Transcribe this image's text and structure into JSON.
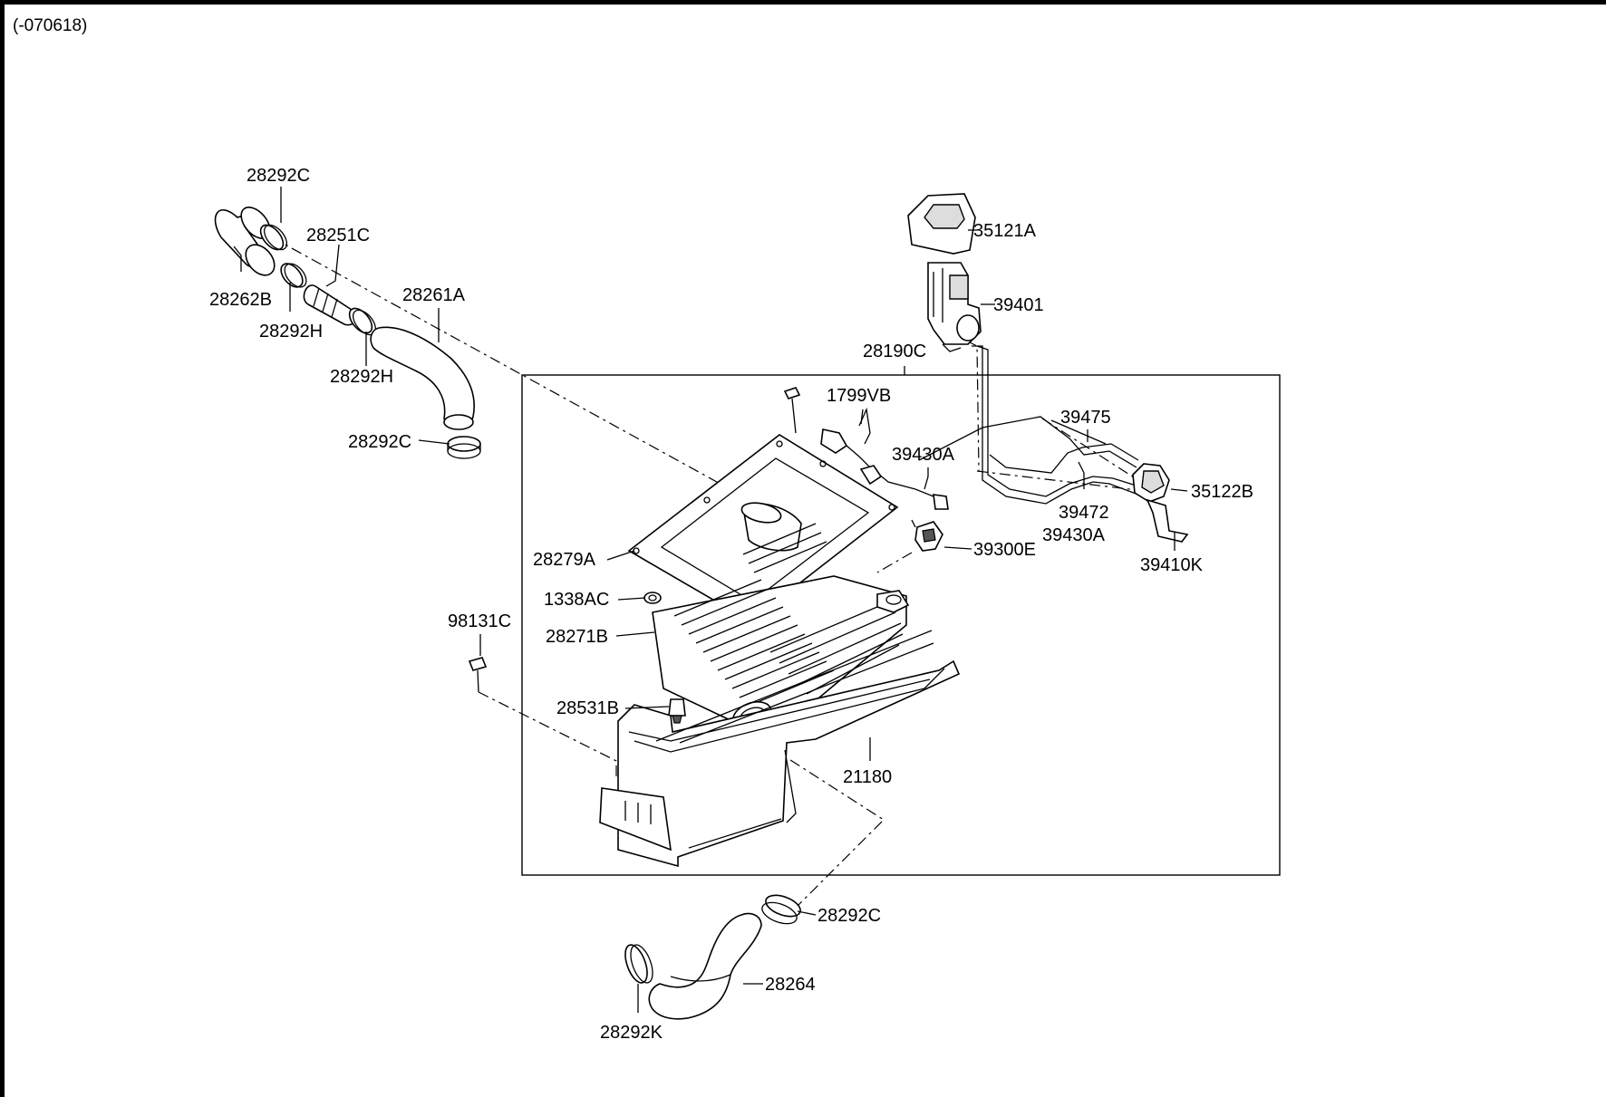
{
  "header": {
    "revision_note": "(-070618)"
  },
  "callouts": {
    "c28292c_top": "28292C",
    "c28251c": "28251C",
    "c28262b": "28262B",
    "c28261a": "28261A",
    "c28292h_a": "28292H",
    "c28292h_b": "28292H",
    "c28292c_left": "28292C",
    "c35121a": "35121A",
    "c39401": "39401",
    "c28190c": "28190C",
    "c1799vb": "1799VB",
    "c39475": "39475",
    "c39430a_top": "39430A",
    "c35122b": "35122B",
    "c39472": "39472",
    "c39430a_bottom": "39430A",
    "c28279a": "28279A",
    "c39300e": "39300E",
    "c39410k": "39410K",
    "c1338ac": "1338AC",
    "c98131c": "98131C",
    "c28271b": "28271B",
    "c28531b": "28531B",
    "c21180": "21180",
    "c28292c_bottom": "28292C",
    "c28264": "28264",
    "c28292k": "28292K"
  }
}
